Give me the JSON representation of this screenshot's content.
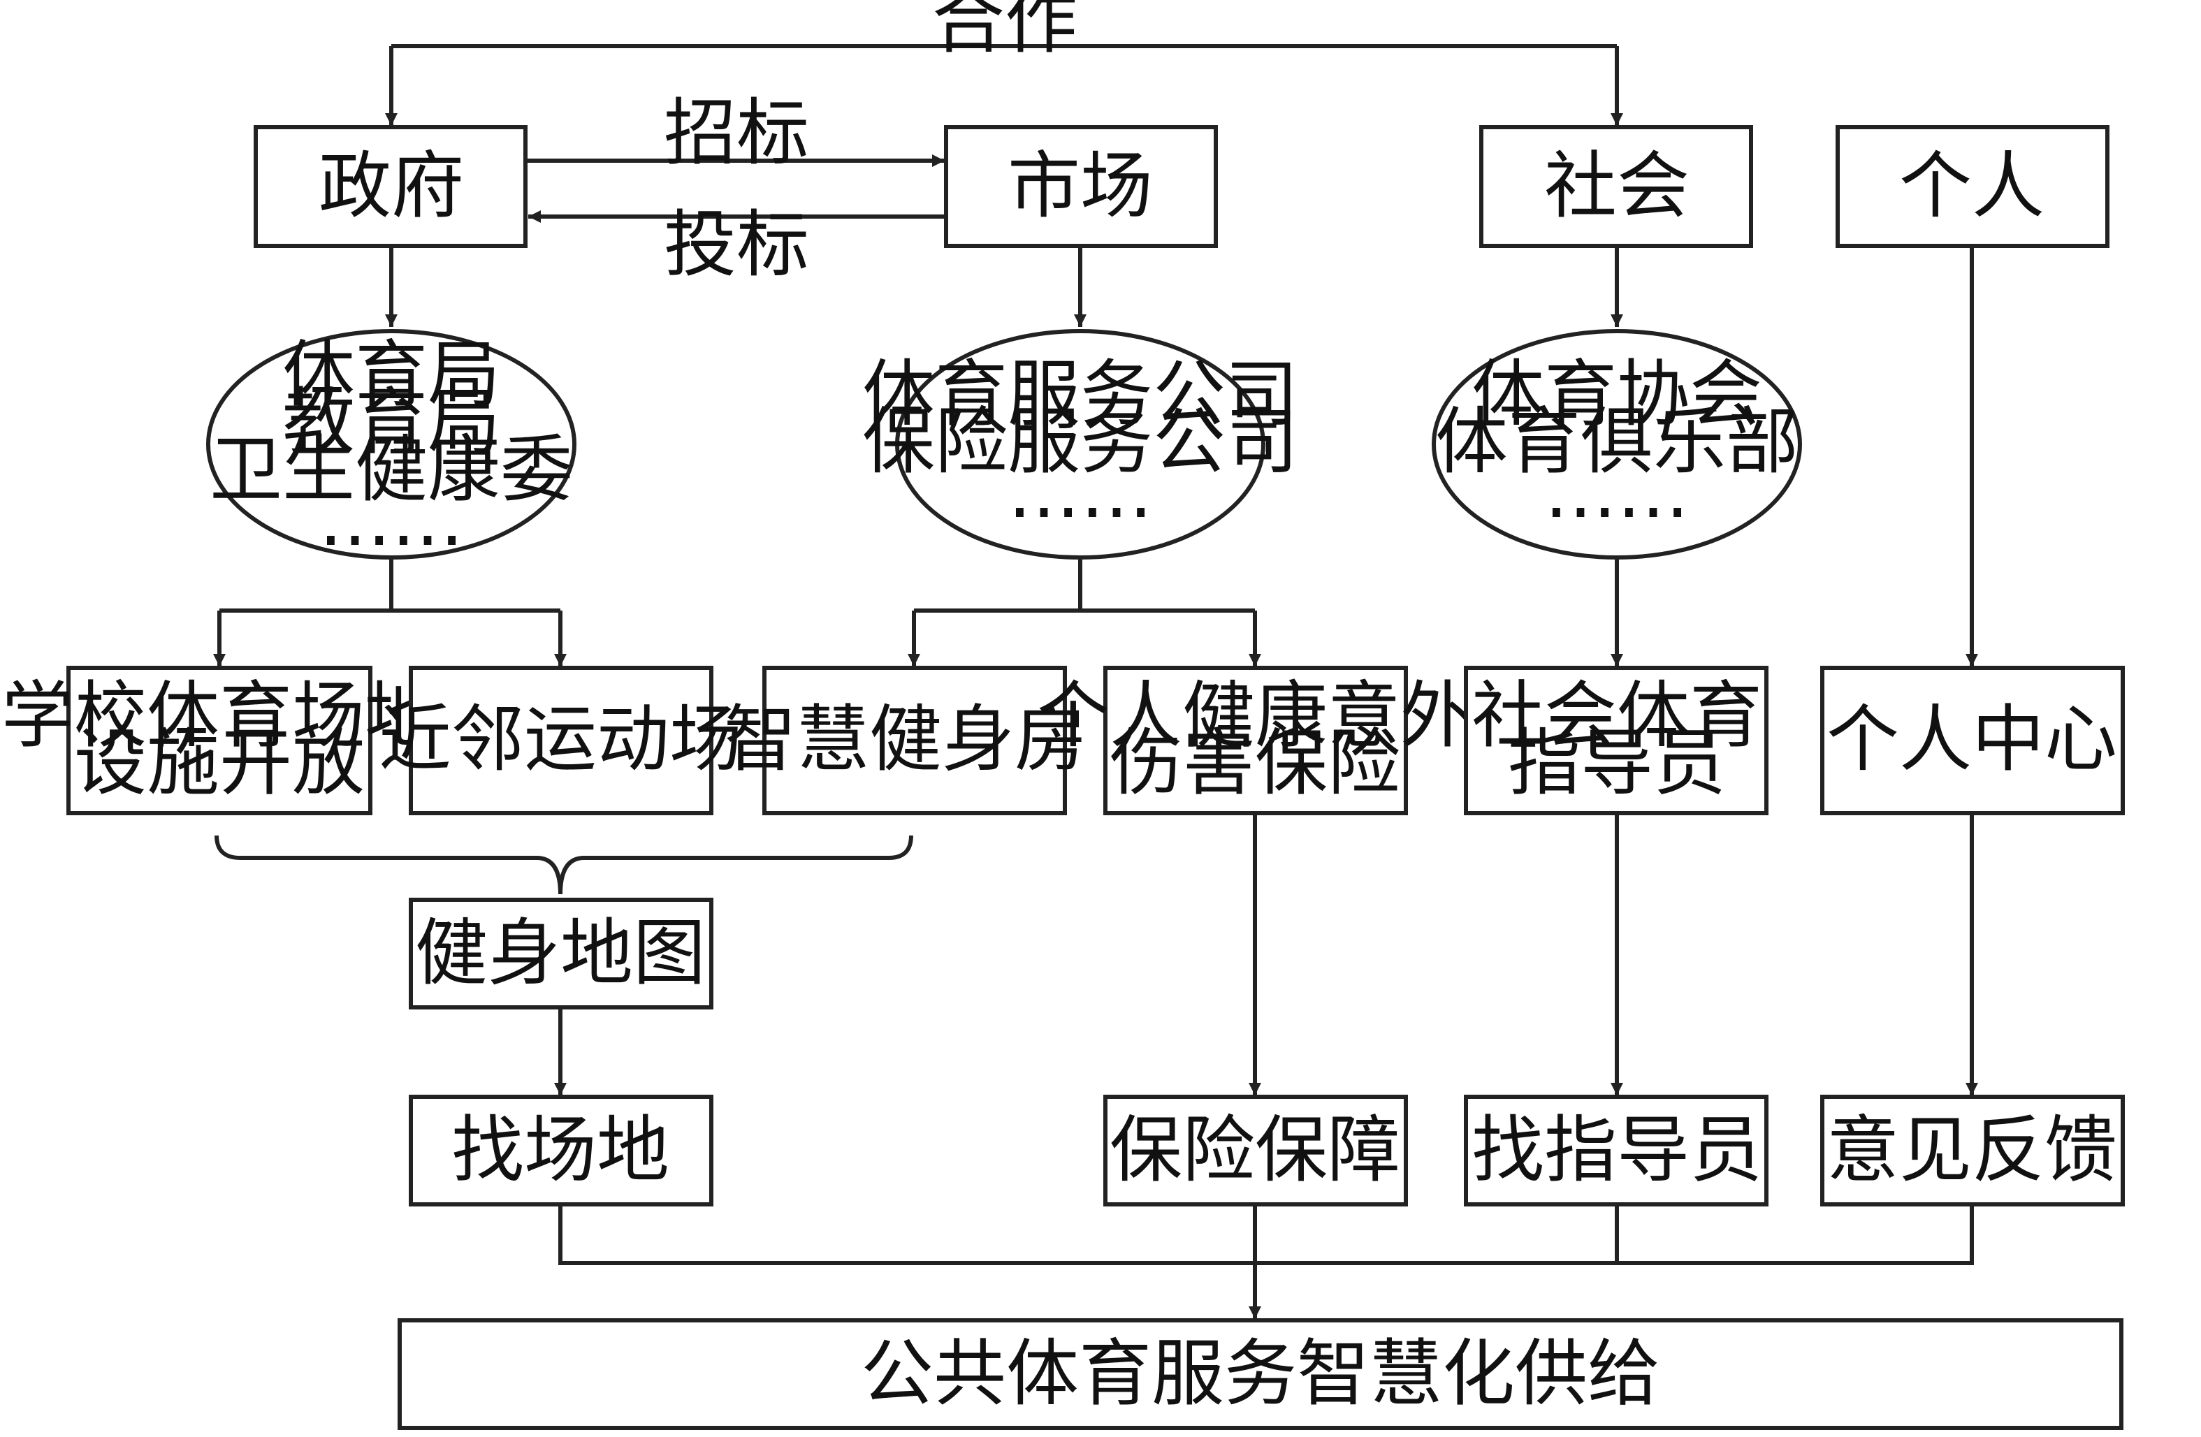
{
  "top_edge_label": "合作",
  "gov_market_labels": {
    "bid_invite": "招标",
    "bid_submit": "投标"
  },
  "actors": {
    "government": "政府",
    "market": "市场",
    "society": "社会",
    "individual": "个人"
  },
  "agencies": {
    "government": [
      "体育局",
      "教育局",
      "卫生健康委",
      "……"
    ],
    "market": [
      "体育服务公司",
      "保险服务公司",
      "……"
    ],
    "society": [
      "体育协会",
      "体育俱乐部",
      "……"
    ]
  },
  "services": {
    "school_facilities": [
      "学校体育场地",
      "设施开放"
    ],
    "neighborhood_field": "近邻运动场",
    "smart_gym": "智慧健身房",
    "insurance_product": [
      "个人健康意外",
      "伤害保险"
    ],
    "instructor": [
      "社会体育",
      "指导员"
    ],
    "personal_center": "个人中心"
  },
  "fitness_map": "健身地图",
  "functions": {
    "find_venue": "找场地",
    "insurance_guarantee": "保险保障",
    "find_instructor": "找指导员",
    "feedback": "意见反馈"
  },
  "output": "公共体育服务智慧化供给"
}
